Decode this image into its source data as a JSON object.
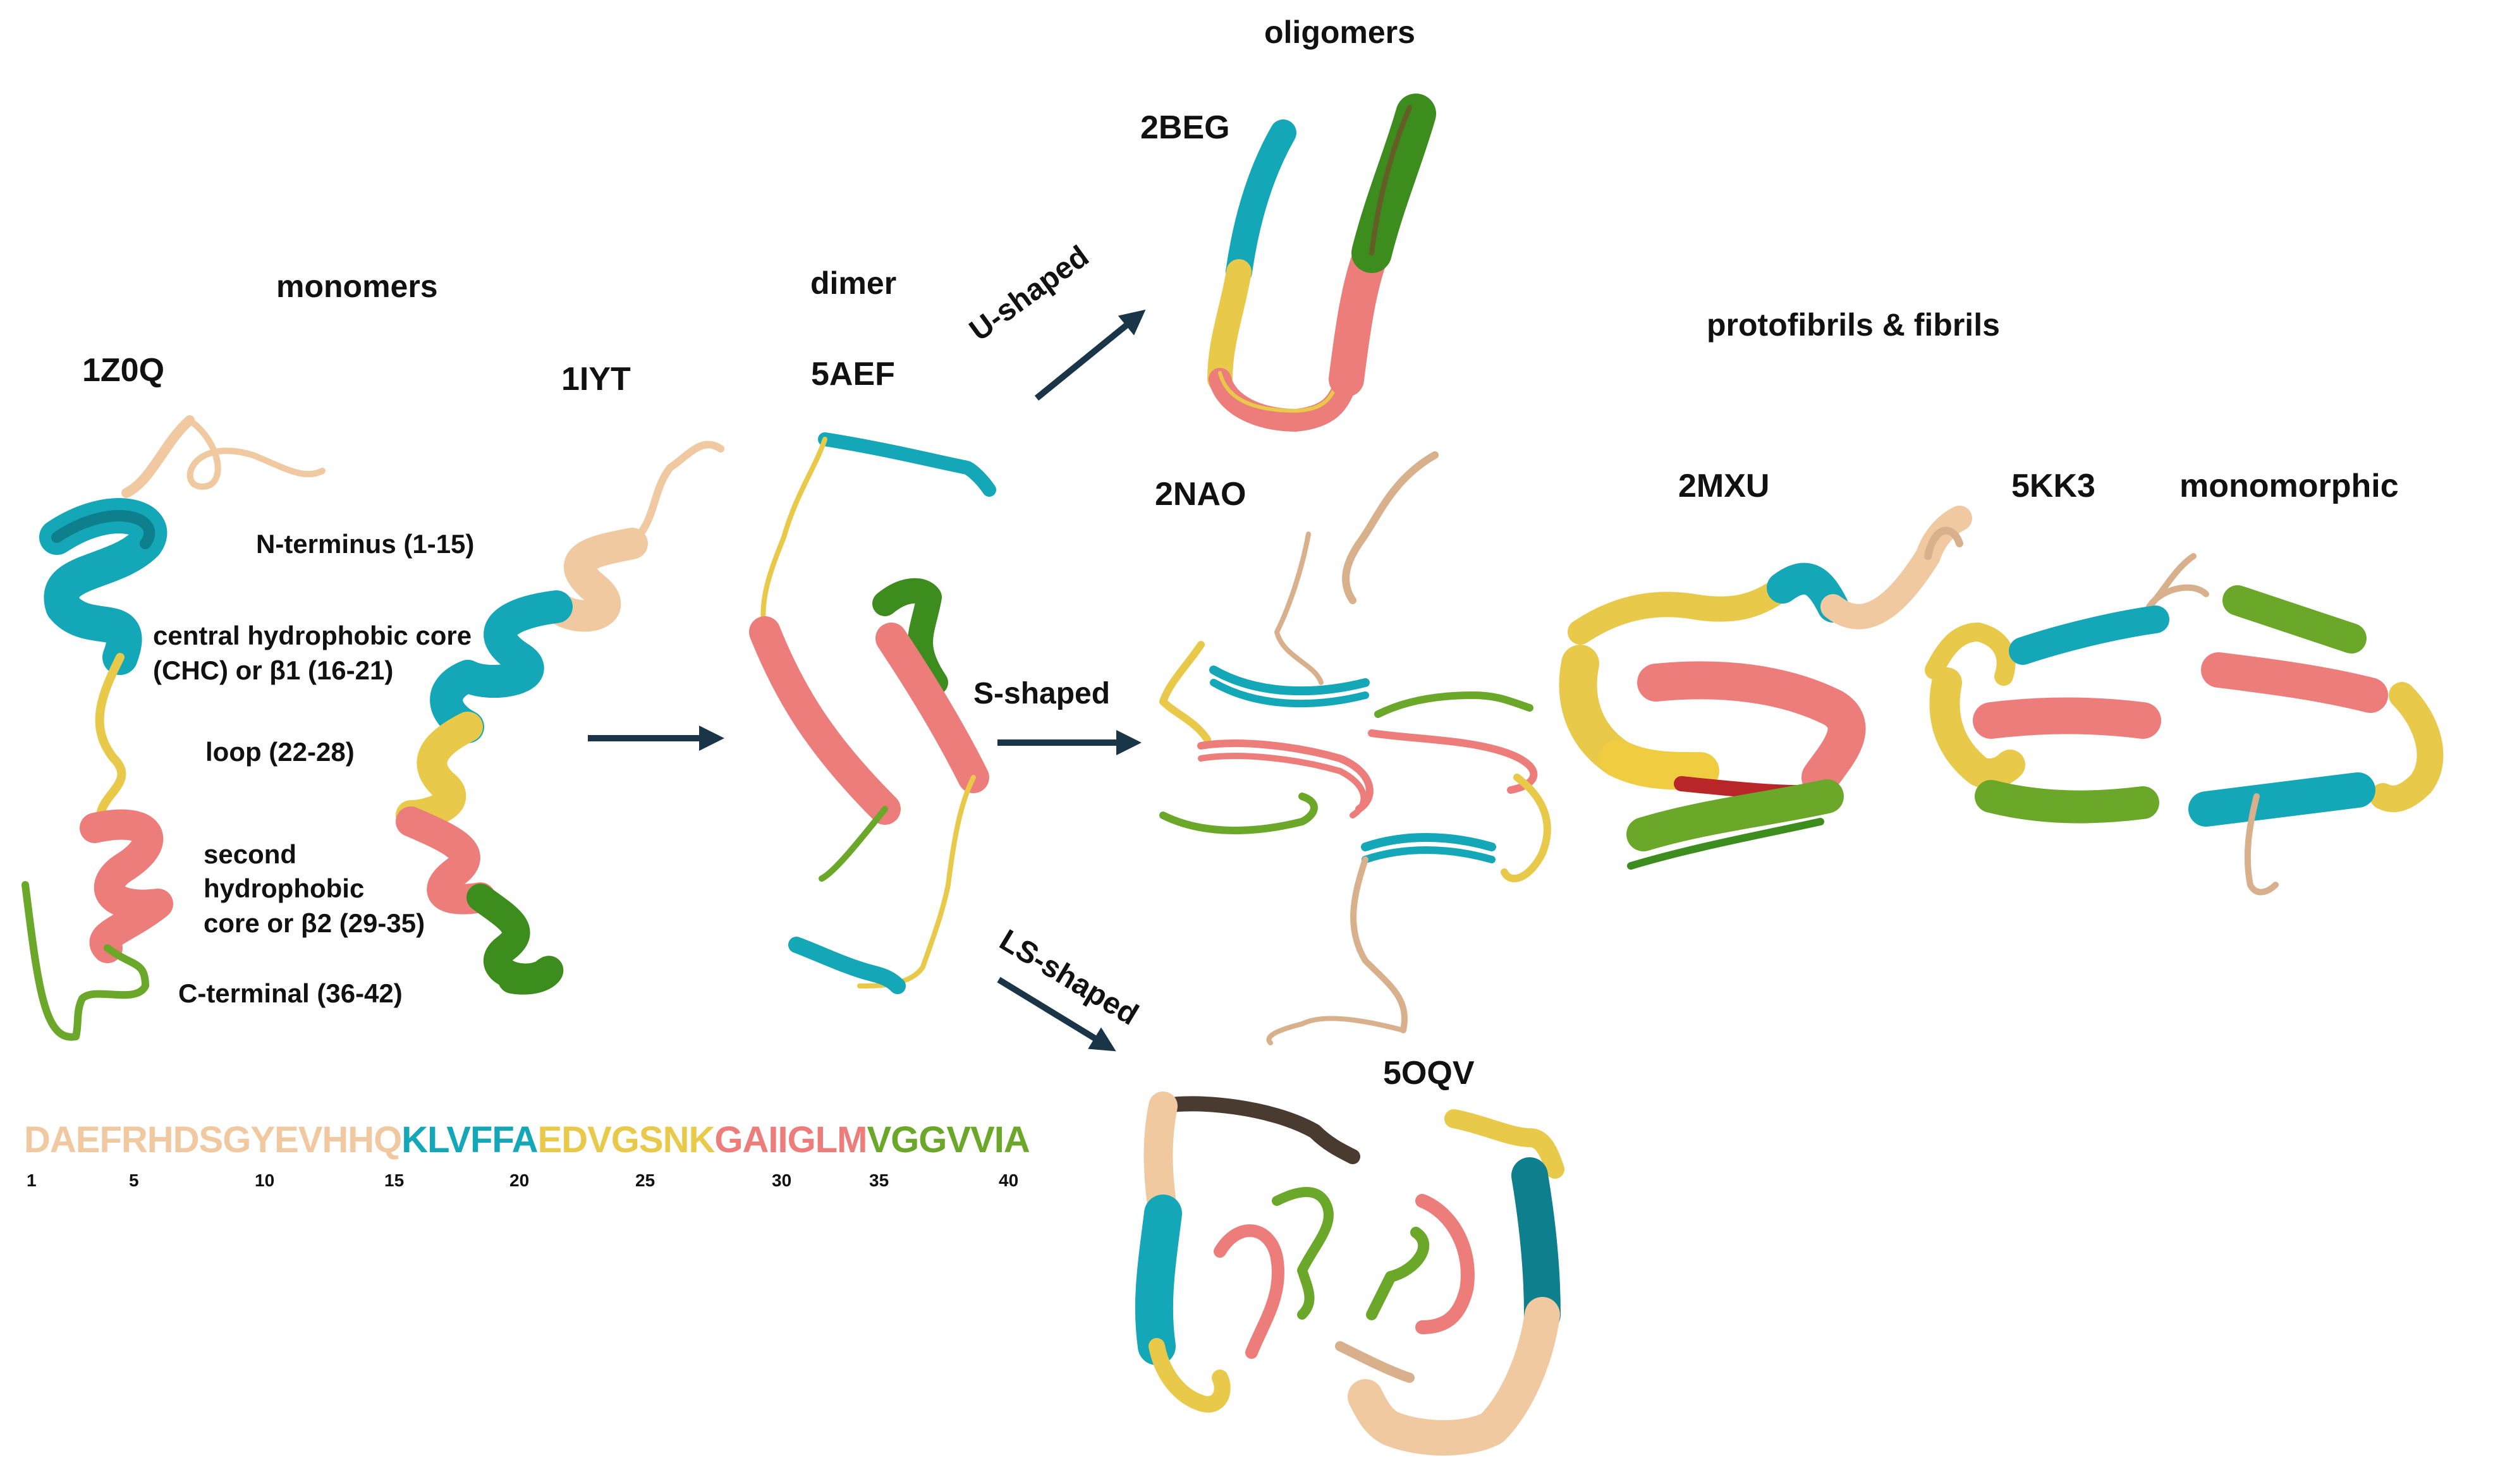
{
  "headers": {
    "monomers": "monomers",
    "dimer": "dimer",
    "oligomers": "oligomers",
    "fibrils": "protofibrils & fibrils"
  },
  "pdb_ids": {
    "z0q": "1Z0Q",
    "iyt": "1IYT",
    "aef": "5AEF",
    "beg": "2BEG",
    "nao": "2NAO",
    "oqv": "5OQV",
    "mxu": "2MXU",
    "kk3": "5KK3",
    "monomorphic": "monomorphic"
  },
  "regions": {
    "n_terminus": "N-terminus (1-15)",
    "chc_line1": "central hydrophobic  core",
    "chc_line2": "(CHC) or β1 (16-21)",
    "loop": "loop  (22-28)",
    "second_line1": "second",
    "second_line2": "hydrophobic",
    "second_line3": "core or β2 (29-35)",
    "c_terminal": "C-terminal (36-42)"
  },
  "arrows": {
    "u_shaped": "U-shaped",
    "s_shaped": "S-shaped",
    "ls_shaped": "LS-shaped"
  },
  "sequence": {
    "n_terminus": "DAEFRHDSGYEVHHQ",
    "chc": "KLVFFA",
    "loop": "EDVGSNK",
    "second_core": "GAIIGLM",
    "c_terminal": "VGGVVIA",
    "positions": [
      "1",
      "5",
      "10",
      "15",
      "20",
      "25",
      "30",
      "35",
      "40"
    ]
  },
  "colors": {
    "n_terminus": "#f0c9a0",
    "chc": "#14a7b8",
    "loop": "#e8c94a",
    "second_core": "#ec7d7a",
    "c_terminal": "#6ba82a",
    "arrow": "#1a3548",
    "text": "#111111"
  }
}
